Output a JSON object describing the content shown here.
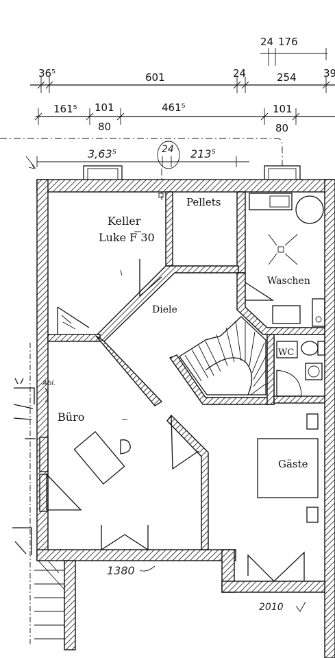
{
  "dimensions": {
    "row0": [
      "24",
      "176"
    ],
    "row1": [
      "36⁵",
      "601",
      "24",
      "254",
      "39"
    ],
    "row2_top": [
      "161⁵",
      "101",
      "461⁵",
      "101"
    ],
    "row2_bottom": [
      "80",
      "80"
    ],
    "row3": [
      "3,63⁵",
      "24",
      "213⁵"
    ]
  },
  "rooms": {
    "keller": "Keller",
    "luke": "Luke F 30",
    "pellets": "Pellets",
    "waschen": "Waschen",
    "diele": "Diele",
    "wc": "WC",
    "buero": "Büro",
    "gaeste": "Gäste"
  },
  "annotations": {
    "bottom_mid": "1380",
    "bottom_right": "2010",
    "left_note": "Abl."
  }
}
